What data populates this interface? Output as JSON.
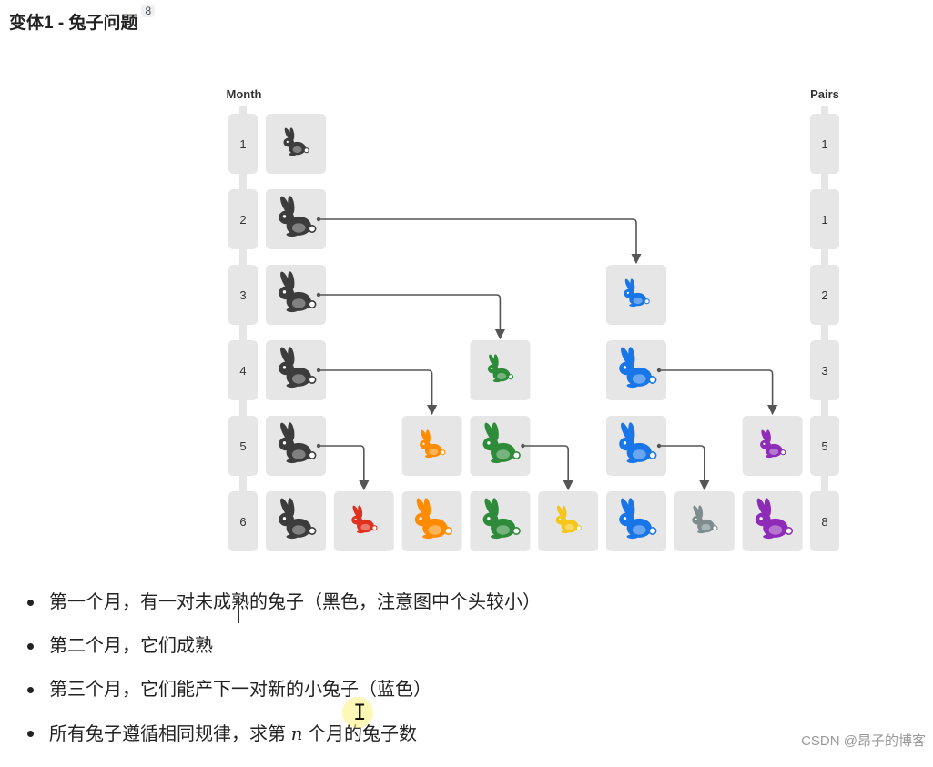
{
  "title": "变体1 - 兔子问题",
  "title_badge": "8",
  "diagram": {
    "month_header": "Month",
    "pairs_header": "Pairs",
    "months": [
      "1",
      "2",
      "3",
      "4",
      "5",
      "6"
    ],
    "pairs": [
      "1",
      "1",
      "2",
      "3",
      "5",
      "8"
    ],
    "colors": {
      "black": "#3c3c3c",
      "blue": "#1976e8",
      "green": "#2e8b3a",
      "orange": "#ff8c00",
      "red": "#e0301e",
      "yellow": "#f5c518",
      "gray": "#7f8c8d",
      "purple": "#8e2cb8",
      "tile": "#e6e6e6",
      "arrow": "#555555"
    },
    "rabbits": [
      {
        "row": 1,
        "col": 1,
        "color": "black",
        "size": "small"
      },
      {
        "row": 2,
        "col": 1,
        "color": "black",
        "size": "large"
      },
      {
        "row": 3,
        "col": 1,
        "color": "black",
        "size": "large"
      },
      {
        "row": 4,
        "col": 1,
        "color": "black",
        "size": "large"
      },
      {
        "row": 5,
        "col": 1,
        "color": "black",
        "size": "large"
      },
      {
        "row": 6,
        "col": 1,
        "color": "black",
        "size": "large"
      },
      {
        "row": 3,
        "col": 6,
        "color": "blue",
        "size": "small"
      },
      {
        "row": 4,
        "col": 6,
        "color": "blue",
        "size": "large"
      },
      {
        "row": 5,
        "col": 6,
        "color": "blue",
        "size": "large"
      },
      {
        "row": 6,
        "col": 6,
        "color": "blue",
        "size": "large"
      },
      {
        "row": 4,
        "col": 4,
        "color": "green",
        "size": "small"
      },
      {
        "row": 5,
        "col": 4,
        "color": "green",
        "size": "large"
      },
      {
        "row": 6,
        "col": 4,
        "color": "green",
        "size": "large"
      },
      {
        "row": 5,
        "col": 3,
        "color": "orange",
        "size": "small"
      },
      {
        "row": 6,
        "col": 3,
        "color": "orange",
        "size": "large"
      },
      {
        "row": 6,
        "col": 2,
        "color": "red",
        "size": "small"
      },
      {
        "row": 6,
        "col": 5,
        "color": "yellow",
        "size": "small"
      },
      {
        "row": 6,
        "col": 7,
        "color": "gray",
        "size": "small"
      },
      {
        "row": 5,
        "col": 8,
        "color": "purple",
        "size": "small"
      },
      {
        "row": 6,
        "col": 8,
        "color": "purple",
        "size": "large"
      }
    ],
    "arrows": [
      {
        "from_row": 2,
        "from_col": 1,
        "to_row": 3,
        "to_col": 6
      },
      {
        "from_row": 3,
        "from_col": 1,
        "to_row": 4,
        "to_col": 4
      },
      {
        "from_row": 4,
        "from_col": 1,
        "to_row": 5,
        "to_col": 3
      },
      {
        "from_row": 5,
        "from_col": 1,
        "to_row": 6,
        "to_col": 2
      },
      {
        "from_row": 5,
        "from_col": 4,
        "to_row": 6,
        "to_col": 5
      },
      {
        "from_row": 4,
        "from_col": 6,
        "to_row": 5,
        "to_col": 8
      },
      {
        "from_row": 5,
        "from_col": 6,
        "to_row": 6,
        "to_col": 7
      }
    ]
  },
  "bullets": [
    {
      "text": "第一个月，有一对未成熟的兔子（黑色，注意图中个头较小）"
    },
    {
      "text": "第二个月，它们成熟"
    },
    {
      "text": "第三个月，它们能产下一对新的小兔子（蓝色）"
    },
    {
      "pre": "所有兔子遵循相同规律，求第 ",
      "var": "n",
      "post": " 个月的兔子数"
    }
  ],
  "watermark": "CSDN @昂子的博客",
  "cursor_icon": "text-cursor-icon"
}
